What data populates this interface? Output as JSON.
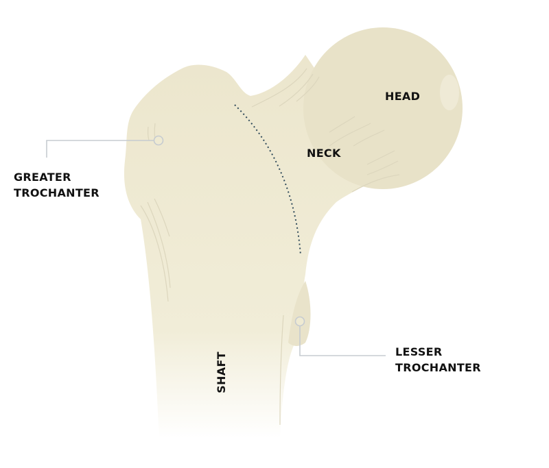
{
  "labels": {
    "head": "HEAD",
    "neck": "NECK",
    "greater_trochanter": [
      "GREATER",
      "TROCHANTER"
    ],
    "lesser_trochanter": [
      "LESSER",
      "TROCHANTER"
    ],
    "shaft": "SHAFT"
  },
  "colors": {
    "bone": "#efead2",
    "head": "#e8e2c8",
    "line": "#c9cdd2",
    "dotted": "#2f4a5a"
  }
}
